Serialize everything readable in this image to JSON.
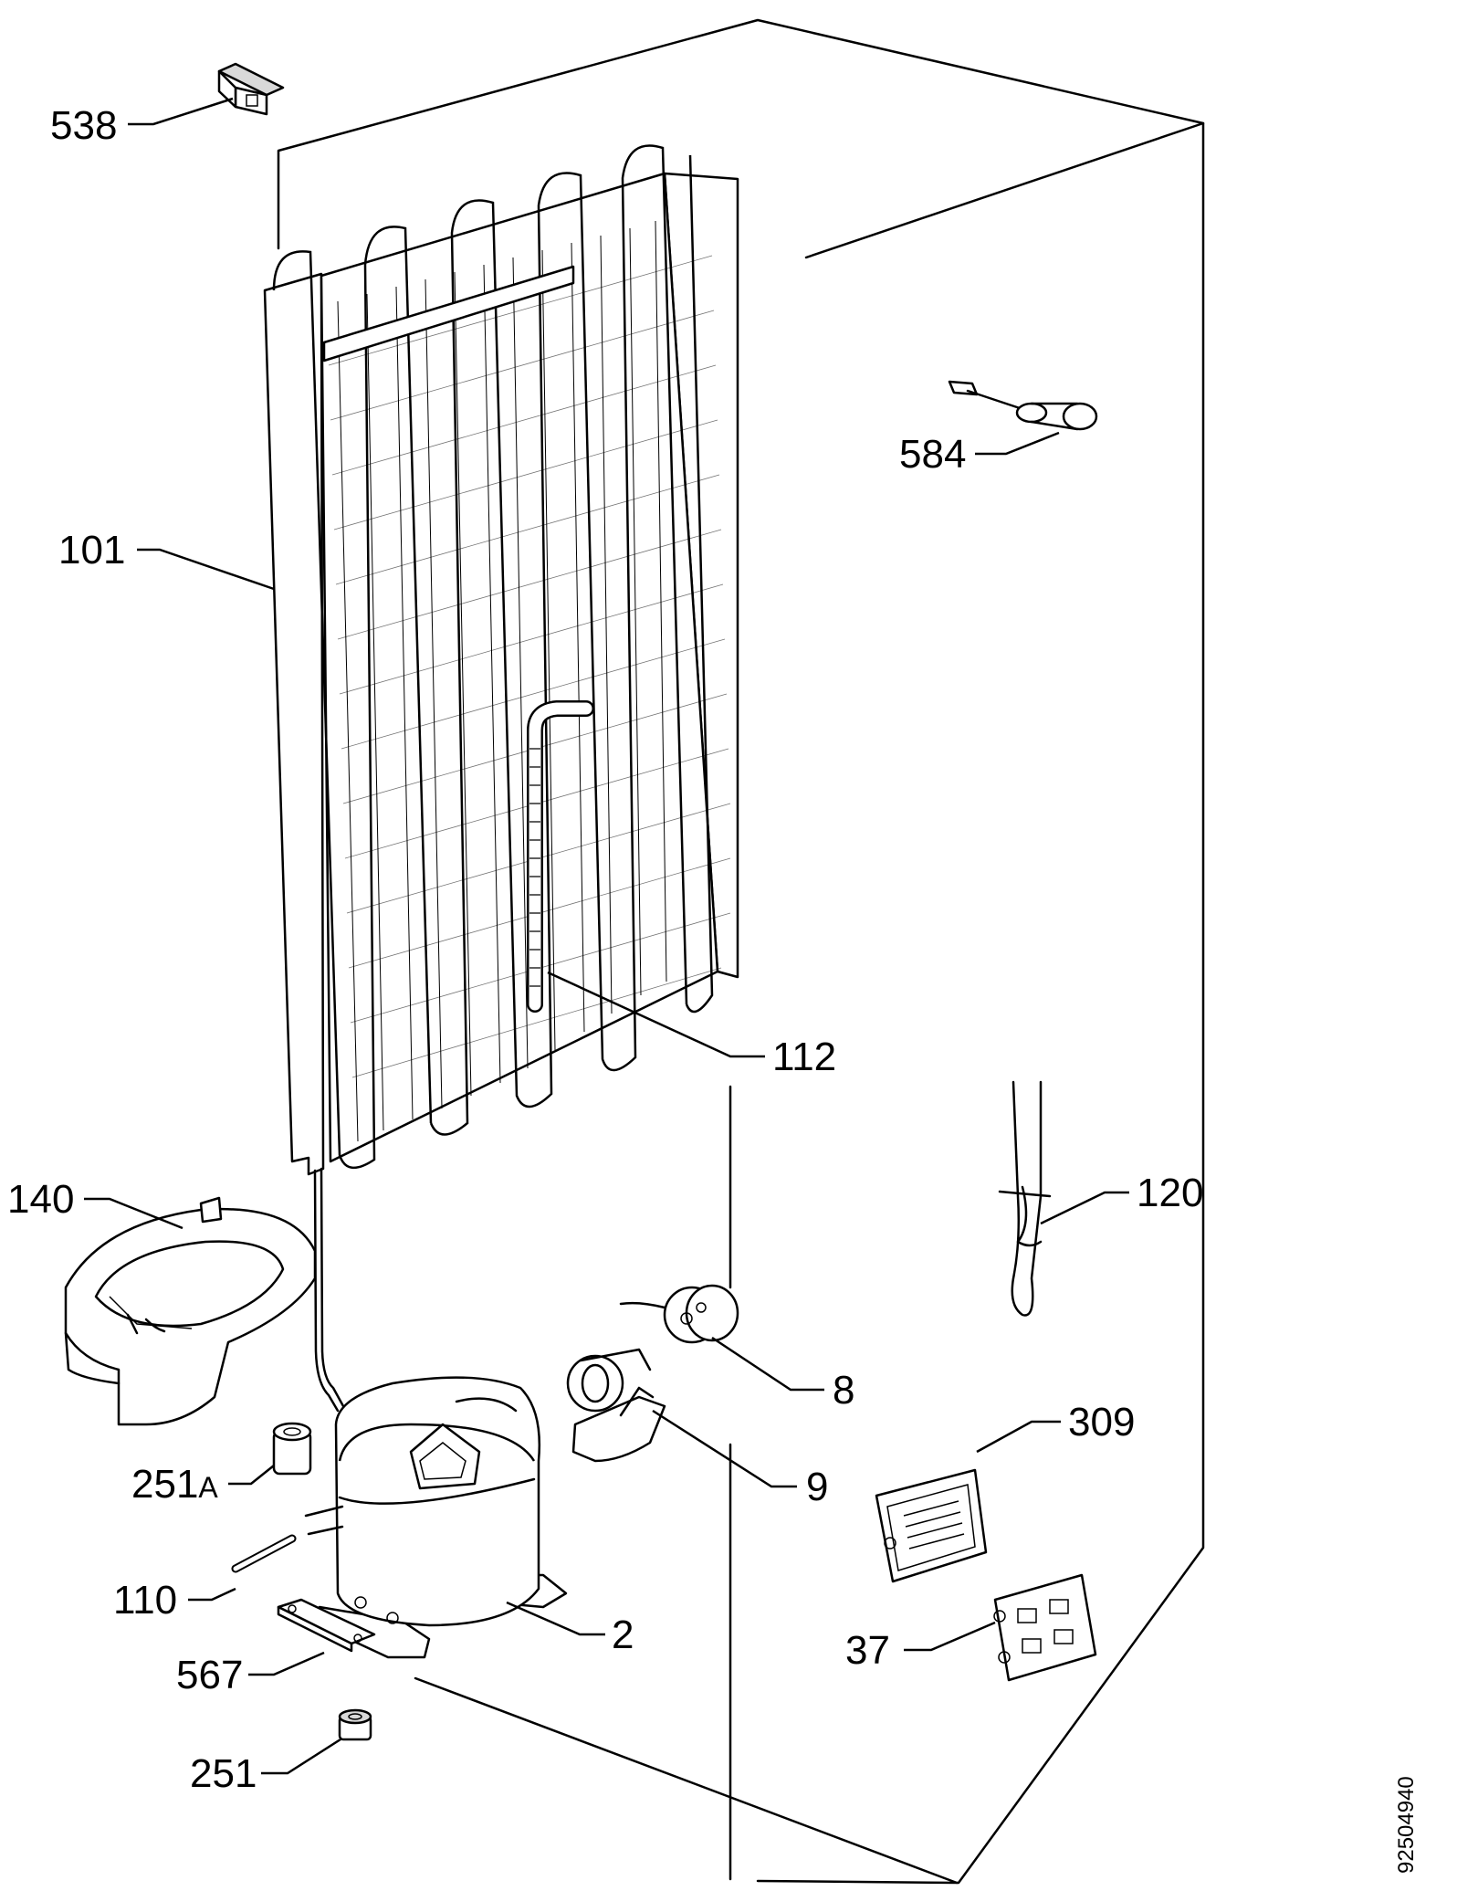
{
  "labels": {
    "p538": "538",
    "p584": "584",
    "p101": "101",
    "p112": "112",
    "p140": "140",
    "p120": "120",
    "p8": "8",
    "p309": "309",
    "p251a_num": "251",
    "p251a_suffix": "A",
    "p9": "9",
    "p110": "110",
    "p2": "2",
    "p37": "37",
    "p567": "567",
    "p251": "251"
  },
  "document_number": "92504940"
}
